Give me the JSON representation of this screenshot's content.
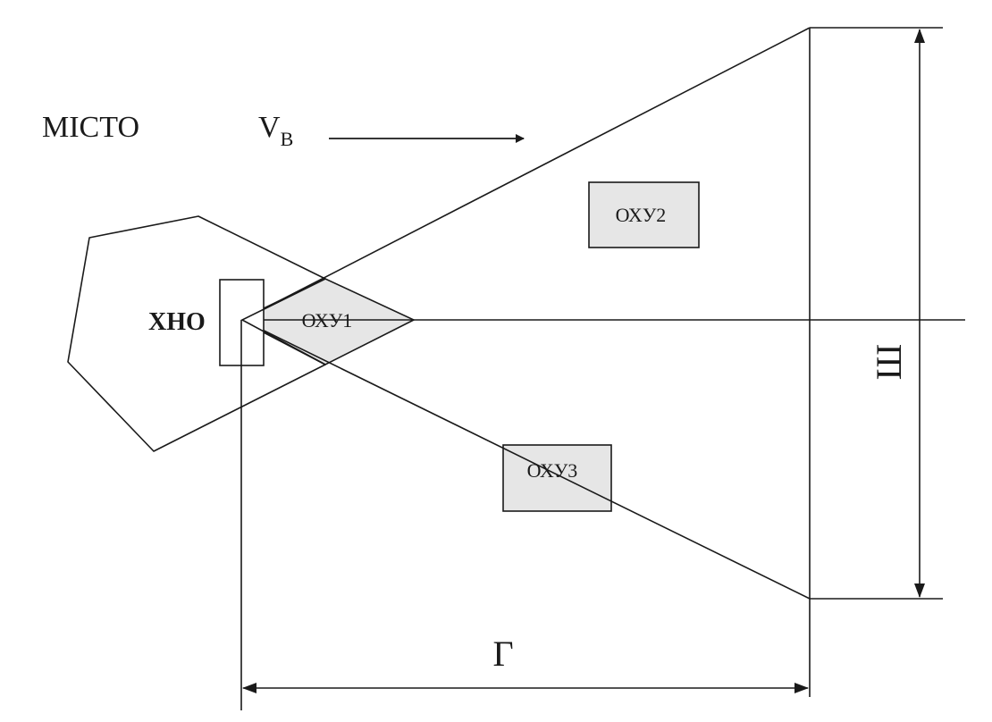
{
  "labels": {
    "city": "МІСТО",
    "wind_speed_main": "V",
    "wind_speed_sub": "B",
    "source": "ХНО",
    "zone1": "ОХУ1",
    "zone2": "ОХУ2",
    "zone3": "ОХУ3",
    "width": "Ш",
    "depth": "Г"
  },
  "colors": {
    "line": "#1a1a1a",
    "zone_fill": "#e6e6e6",
    "background": "#ffffff"
  }
}
